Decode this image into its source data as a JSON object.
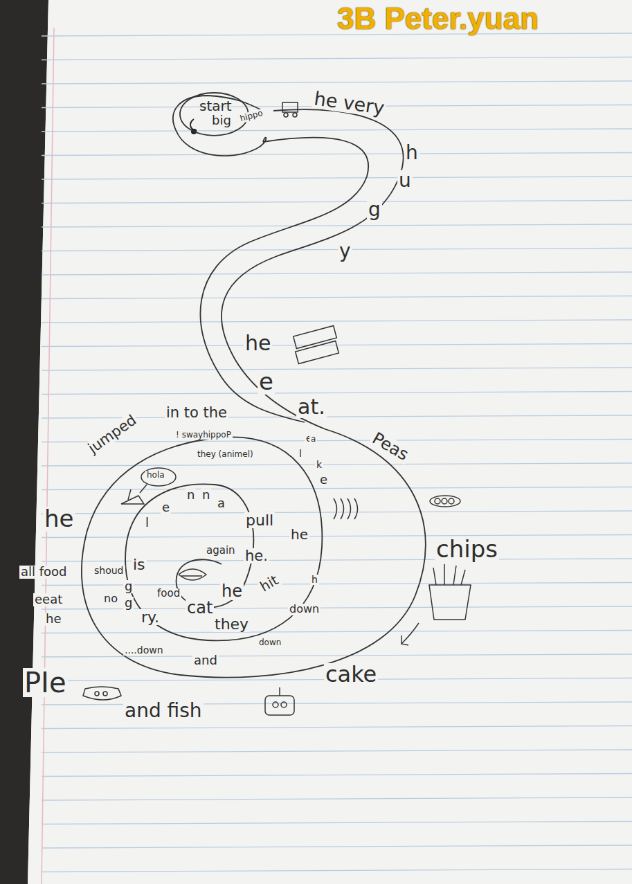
{
  "diagram": {
    "nodes": [
      {
        "text": [
          "start",
          "big"
        ]
      }
    ],
    "labels": [
      "3B Peter.yuan",
      "hippo",
      "he very",
      "h",
      "u",
      "g",
      "y",
      "he",
      "e",
      "at.",
      "Peas",
      "chips",
      "cake",
      "PIe",
      "and fish",
      "jumped",
      "in to the",
      "! swayhippoP",
      "they (animel)",
      "e",
      "l",
      "a",
      "k",
      "e",
      "hola",
      "pull",
      "he",
      "he.",
      "again",
      "h",
      "hit",
      "down",
      "they",
      "down",
      "....down",
      "and",
      "he",
      "all food",
      "shoud",
      "eeat",
      "he",
      "no",
      "food",
      "cat",
      "he",
      "is",
      "l",
      "e",
      "n",
      "n",
      "a",
      "g",
      "g",
      "ry."
    ]
  }
}
